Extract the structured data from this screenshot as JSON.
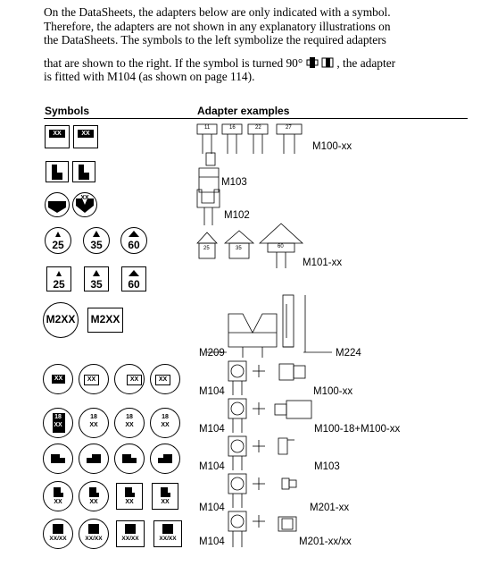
{
  "intro": {
    "line1": "On the DataSheets, the adapters below are only indicated with a symbol.",
    "line2": "Therefore, the adapters are not shown in any explanatory illustrations on",
    "line3": "the DataSheets. The symbols to the left symbolize the required adapters",
    "line4a": "that are shown to the right. If the symbol is turned 90°",
    "line4b": ", the adapter",
    "line5": "is fitted with M104 (as shown on page 114).",
    "inline_symbol_text": "xx"
  },
  "headers": {
    "symbols": "Symbols",
    "adapters": "Adapter examples"
  },
  "symbol_texts": {
    "xx": "XX",
    "n25": "25",
    "n35": "35",
    "n60": "60",
    "m2xx": "M2XX",
    "n18": "18",
    "xxxx": "XX/XX"
  },
  "adapter_labels": {
    "m100xx": "M100-xx",
    "m103": "M103",
    "m102": "M102",
    "m101xx": "M101-xx",
    "m209": "M209",
    "m224": "M224",
    "row1_m104": "M104",
    "row1_right": "M100-xx",
    "row2_m104": "M104",
    "row2_right": "M100-18+M100-xx",
    "row3_m104": "M104",
    "row3_right": "M103",
    "row4_m104": "M104",
    "row4_right": "M201-xx",
    "row5_m104": "M104",
    "row5_right": "M201-xx/xx"
  },
  "adapter_tags": {
    "t11": "11",
    "t16": "16",
    "t22": "22",
    "t27": "27",
    "t25": "25",
    "t35": "35",
    "t60": "60"
  }
}
